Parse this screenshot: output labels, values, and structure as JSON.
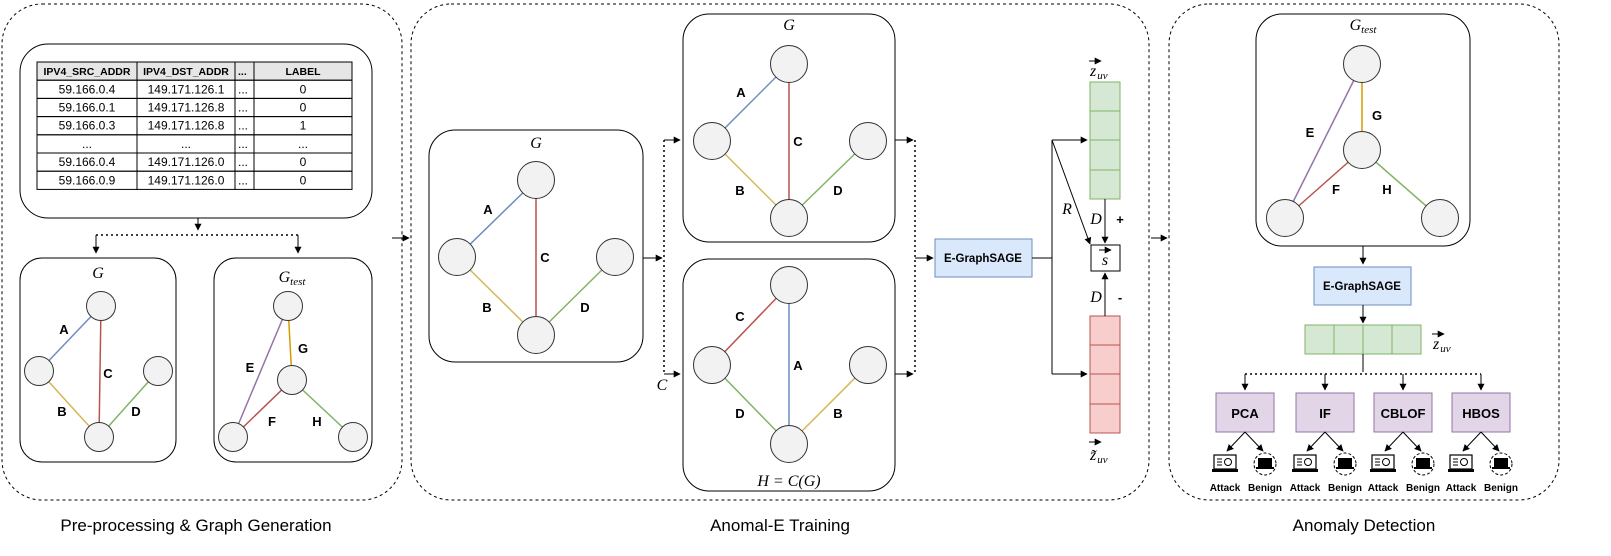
{
  "sections": {
    "preprocessing": "Pre-processing & Graph Generation",
    "training": "Anomal-E Training",
    "detection": "Anomaly Detection"
  },
  "table": {
    "headers": [
      "IPV4_SRC_ADDR",
      "IPV4_DST_ADDR",
      "...",
      "LABEL"
    ],
    "rows": [
      [
        "59.166.0.4",
        "149.171.126.1",
        "...",
        "0"
      ],
      [
        "59.166.0.1",
        "149.171.126.8",
        "...",
        "0"
      ],
      [
        "59.166.0.3",
        "149.171.126.8",
        "...",
        "1"
      ],
      [
        "...",
        "...",
        "...",
        "..."
      ],
      [
        "59.166.0.4",
        "149.171.126.0",
        "...",
        "0"
      ],
      [
        "59.166.0.9",
        "149.171.126.0",
        "...",
        "0"
      ]
    ]
  },
  "graphs": {
    "g_label": "G",
    "gtest_label_main": "G",
    "gtest_label_sub": "test",
    "corrupted_label": "H = C(G)",
    "edges_g": [
      "A",
      "B",
      "C",
      "D"
    ],
    "edges_gtest": [
      "E",
      "F",
      "G",
      "H"
    ],
    "edges_corrupt": [
      "C",
      "D",
      "A",
      "B"
    ]
  },
  "math": {
    "corruption": "C",
    "readout": "R",
    "discriminator": "D",
    "plus": "+",
    "minus": "-",
    "summary": "s",
    "z_main": "z",
    "z_sub": "uv",
    "ztilde_main": "z̃",
    "ztilde_sub": "uv"
  },
  "encoder": "E-GraphSAGE",
  "algorithms": [
    "PCA",
    "IF",
    "CBLOF",
    "HBOS"
  ],
  "outcomes": {
    "attack": "Attack",
    "benign": "Benign"
  },
  "colors": {
    "blue": "#6c8ebf",
    "red": "#b85450",
    "yellow": "#d6b656",
    "green": "#82b366",
    "purple": "#9673a6",
    "orange": "#d79b00",
    "encoder_fill": "#dae8fc",
    "encoder_stroke": "#6c8ebf",
    "pos_fill": "#d5e8d4",
    "pos_stroke": "#82b366",
    "neg_fill": "#f8cecc",
    "neg_stroke": "#b85450",
    "algo_fill": "#e1d5e7",
    "algo_stroke": "#9673a6",
    "node_fill": "#f2f2f2"
  }
}
